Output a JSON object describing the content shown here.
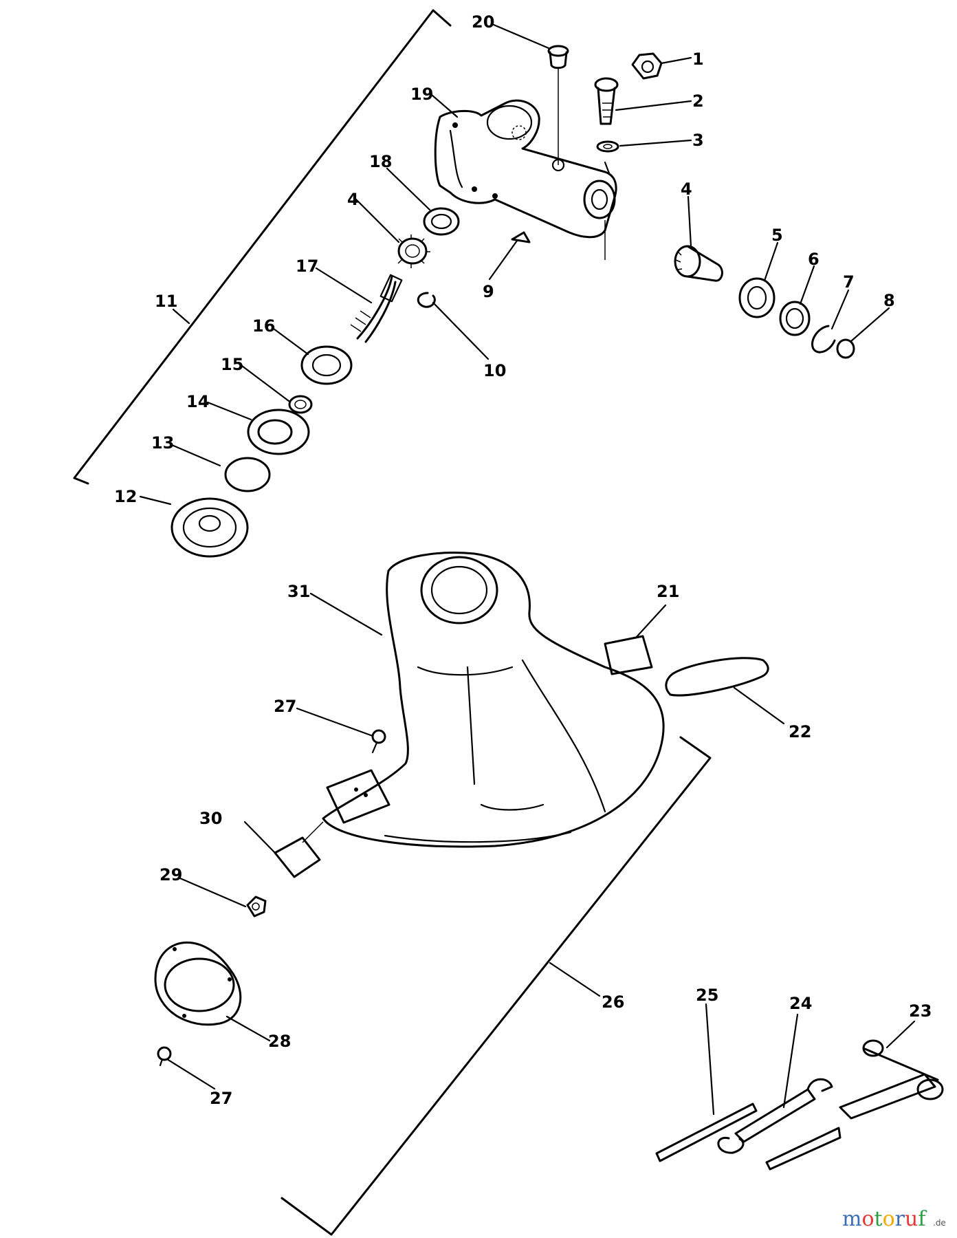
{
  "diagram": {
    "callouts": [
      "1",
      "2",
      "3",
      "4",
      "5",
      "6",
      "7",
      "8",
      "9",
      "10",
      "11",
      "12",
      "13",
      "14",
      "15",
      "16",
      "17",
      "18",
      "19",
      "20",
      "21",
      "22",
      "23",
      "24",
      "25",
      "26",
      "27",
      "28",
      "29",
      "30",
      "31"
    ]
  },
  "watermark": {
    "letters": [
      "m",
      "o",
      "t",
      "o",
      "r",
      "u",
      "f"
    ],
    "colors": [
      "#3d6db5",
      "#e53935",
      "#2e9e44",
      "#f6a800",
      "#3d6db5",
      "#e53935",
      "#2e9e44"
    ],
    "suffix": ".de"
  }
}
